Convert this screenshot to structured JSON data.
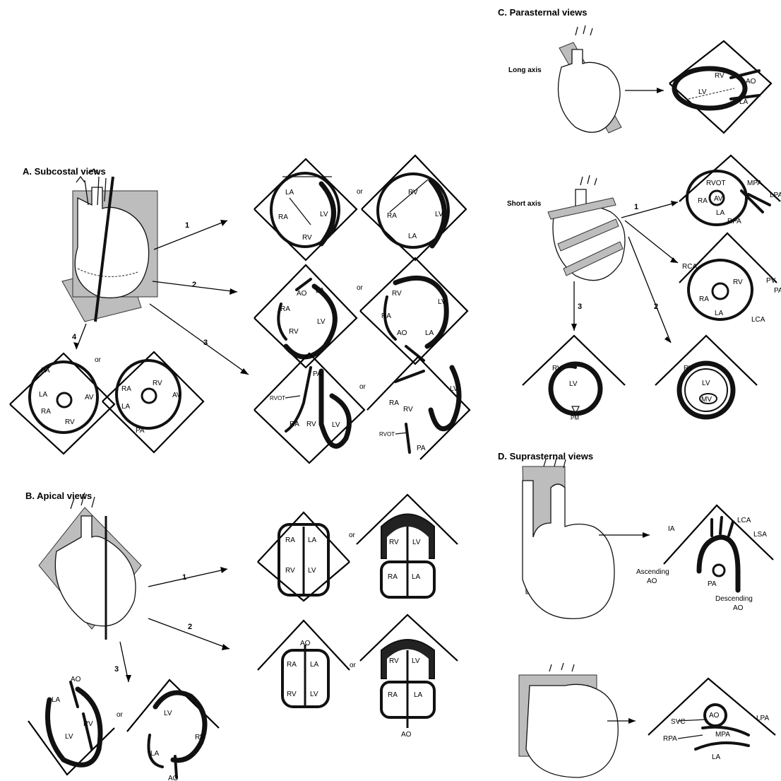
{
  "sections": {
    "A": {
      "title": "A. Subcostal views",
      "arrows": [
        "1",
        "2",
        "3",
        "4"
      ],
      "or": "or",
      "labels": {
        "r1a": [
          "LA",
          "RA",
          "LV",
          "RV"
        ],
        "r1b": [
          "RV",
          "RA",
          "LV",
          "LA"
        ],
        "r2a": [
          "AO",
          "LA",
          "RA",
          "RV",
          "LV"
        ],
        "r2b": [
          "RV",
          "LV",
          "RA",
          "AO",
          "LA"
        ],
        "r3a": [
          "PA",
          "RVOT",
          "RA",
          "RV",
          "LV"
        ],
        "r3b": [
          "RA",
          "RV",
          "LV",
          "RVOT",
          "PA"
        ],
        "r4a": [
          "PA",
          "LA",
          "AV",
          "RA",
          "RV"
        ],
        "r4b": [
          "RA",
          "RV",
          "AV",
          "LA",
          "PA"
        ]
      }
    },
    "B": {
      "title": "B. Apical views",
      "arrows": [
        "1",
        "2",
        "3"
      ],
      "or": "or",
      "labels": {
        "r1a": [
          "RA",
          "LA",
          "RV",
          "LV"
        ],
        "r1b": [
          "RV",
          "LV",
          "RA",
          "LA"
        ],
        "r2a": [
          "AO",
          "RA",
          "LA",
          "RV",
          "LV"
        ],
        "r2b": [
          "RV",
          "LV",
          "RA",
          "LA",
          "AO"
        ],
        "r3a": [
          "AO",
          "LA",
          "RV",
          "LV"
        ],
        "r3b": [
          "LV",
          "RV",
          "LA",
          "AO"
        ]
      }
    },
    "C": {
      "title": "C. Parasternal views",
      "long_axis": "Long axis",
      "short_axis": "Short axis",
      "arrows": [
        "1",
        "2",
        "3"
      ],
      "labels": {
        "long": [
          "RV",
          "AO",
          "LV",
          "LA"
        ],
        "s1": [
          "RVOT",
          "MPA",
          "LPA",
          "RA",
          "AV",
          "LA",
          "RPA"
        ],
        "s2": [
          "RCA",
          "PV",
          "PA",
          "RV",
          "RA",
          "LA",
          "LCA"
        ],
        "s3": [
          "RV",
          "LV",
          "PM"
        ],
        "s4": [
          "RV",
          "LV",
          "MV"
        ]
      }
    },
    "D": {
      "title": "D. Suprasternal views",
      "labels": {
        "arch": [
          "LCA",
          "IA",
          "LSA",
          "Ascending",
          "AO",
          "PA",
          "Descending",
          "AO"
        ],
        "short": [
          "AO",
          "LPA",
          "SVC",
          "MPA",
          "RPA",
          "LA"
        ]
      }
    }
  }
}
